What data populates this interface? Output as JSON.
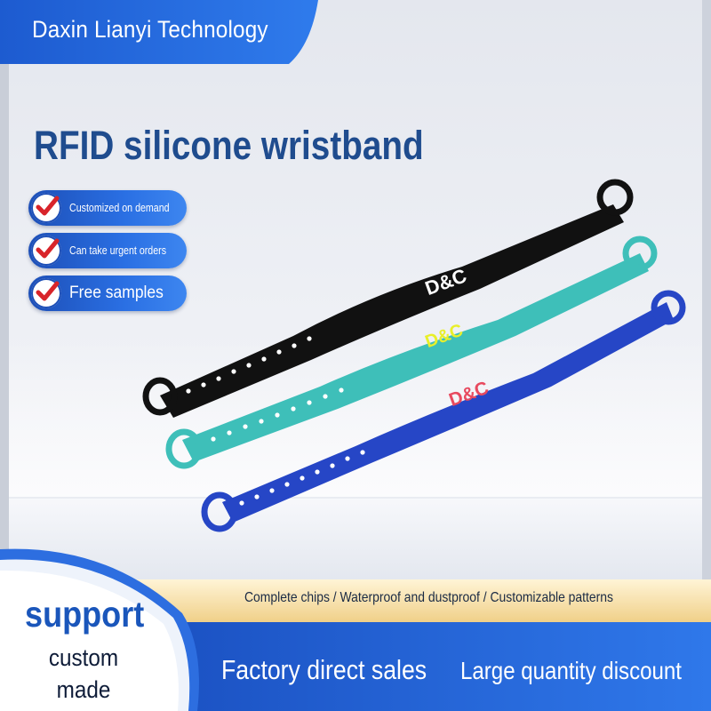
{
  "header": {
    "brand": "Daxin Lianyi Technology"
  },
  "hero": {
    "title": "RFID silicone wristband"
  },
  "features": [
    {
      "label": "Customized on demand"
    },
    {
      "label": "Can take urgent orders"
    },
    {
      "label": "Free samples"
    }
  ],
  "product": {
    "wristbands": [
      {
        "color": "#111111",
        "logo": "D&C",
        "logo_color": "#ffffff"
      },
      {
        "color": "#3ebfb9",
        "logo": "D&C",
        "logo_color": "#e8ef2a"
      },
      {
        "color": "#2646c6",
        "logo": "D&C",
        "logo_color": "#e84a5f"
      }
    ]
  },
  "footer": {
    "specs": "Complete chips / Waterproof and dustproof / Customizable patterns",
    "support": "support",
    "custom_line1": "custom",
    "custom_line2": "made",
    "sales": "Factory direct sales",
    "discount": "Large quantity discount"
  },
  "colors": {
    "accent_blue": "#1a56bb",
    "dark_blue": "#1f4c8e",
    "banner_gold": "#f2d58e"
  }
}
